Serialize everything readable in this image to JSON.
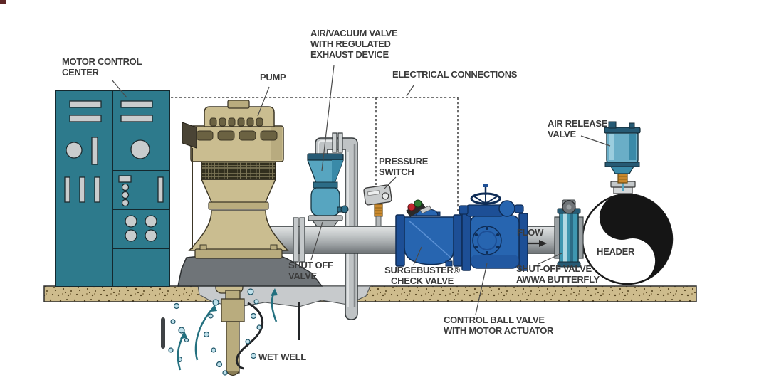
{
  "diagram": {
    "type": "technical-illustration",
    "subject": "Vertical turbine pump station piping schematic",
    "labels": {
      "motor_control_center": "MOTOR CONTROL\nCENTER",
      "pump": "PUMP",
      "air_vacuum_valve": "AIR/VACUUM VALVE\nWITH REGULATED\nEXHAUST DEVICE",
      "electrical_connections": "ELECTRICAL CONNECTIONS",
      "pressure_switch": "PRESSURE\nSWITCH",
      "air_release_valve": "AIR RELEASE\nVALVE",
      "shut_off_valve": "SHUT OFF\nVALVE",
      "surgebuster_check_valve": "SURGEBUSTER®\nCHECK VALVE",
      "flow": "FLOW",
      "shut_off_valve_awwa_butterfly": "SHUT-OFF VALVE\nAWWA BUTTERFLY",
      "header": "HEADER",
      "control_ball_valve": "CONTROL BALL VALVE\nWITH MOTOR ACTUATOR",
      "wet_well": "WET WELL"
    },
    "colors": {
      "cabinet_teal": "#2d7a8c",
      "pump_tan": "#cabd90",
      "pump_tan_dark": "#b1a477",
      "valve_blue": "#2765b0",
      "valve_blue_dark": "#1d4f96",
      "light_blue": "#57a5c0",
      "pipe_gray": "#bcc0c2",
      "ground_tan": "#cebc8d",
      "brass_orange": "#c8882e",
      "concrete_gray": "#6f7478",
      "slab_gray": "#c7cacc",
      "water_teal": "#23707f",
      "indicator_red": "#c0272d",
      "indicator_green": "#2e7d32",
      "label_text": "#3b3b3b"
    }
  }
}
